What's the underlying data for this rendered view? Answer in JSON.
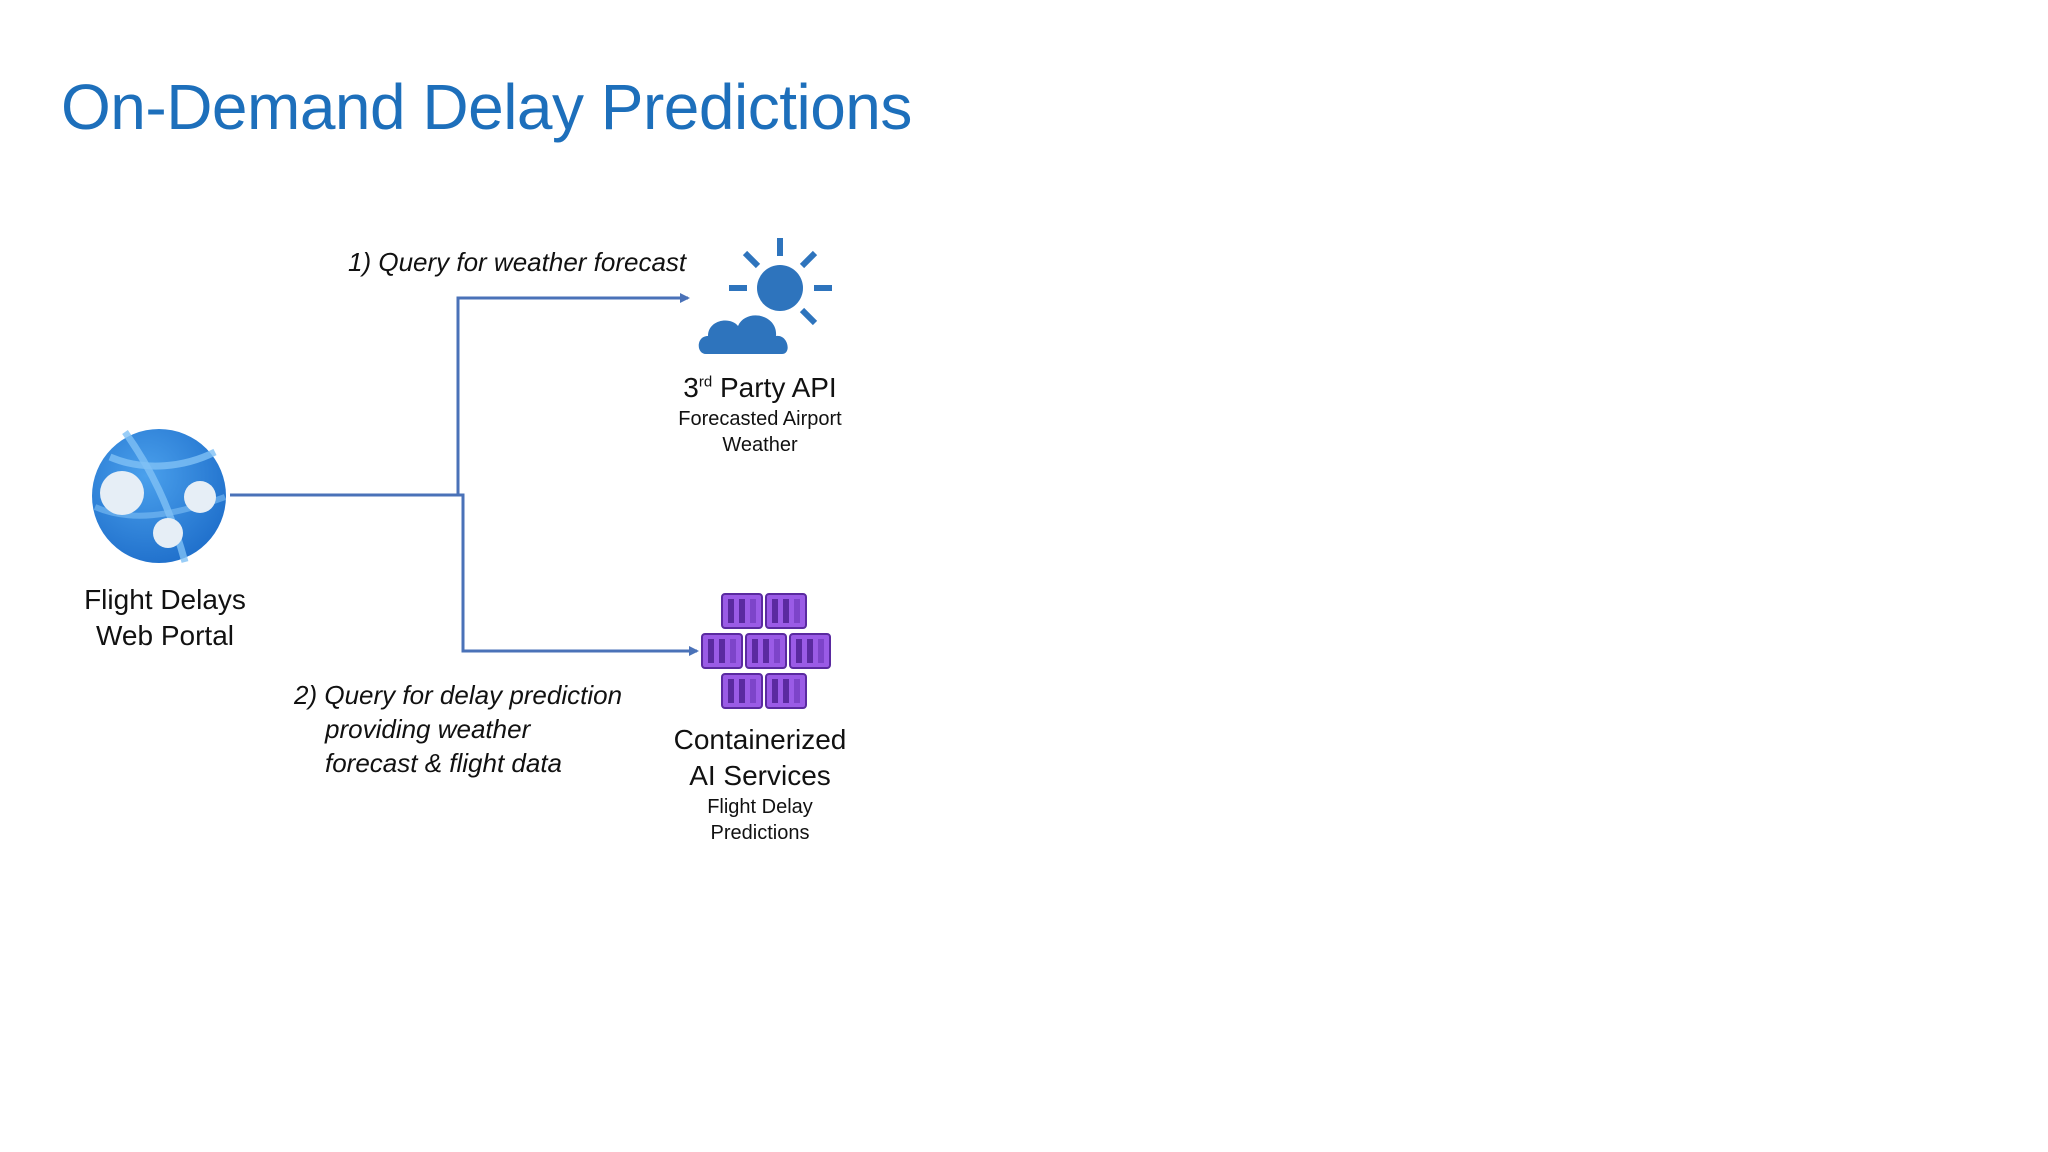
{
  "title": "On-Demand Delay Predictions",
  "nodes": {
    "portal": {
      "name_line1": "Flight Delays",
      "name_line2": "Web Portal",
      "icon": "web-app-globe-icon"
    },
    "weather_api": {
      "name_prefix": "3",
      "name_sup": "rd",
      "name_suffix": " Party API",
      "sub_line1": "Forecasted Airport",
      "sub_line2": "Weather",
      "icon": "weather-sun-cloud-icon"
    },
    "ai_services": {
      "name_line1": "Containerized",
      "name_line2": "AI Services",
      "sub_line1": "Flight Delay",
      "sub_line2": "Predictions",
      "icon": "kubernetes-containers-icon"
    }
  },
  "edges": {
    "weather_query": {
      "label": "1) Query for weather forecast"
    },
    "delay_query": {
      "label_line1": "2) Query for delay prediction",
      "label_line2": "providing weather",
      "label_line3": "forecast & flight data"
    }
  },
  "colors": {
    "title": "#1d6fbb",
    "connector": "#4a72b8",
    "weather_icon": "#2e74bd",
    "globe": "#2f86dd",
    "containers": "#8a4fd8"
  }
}
